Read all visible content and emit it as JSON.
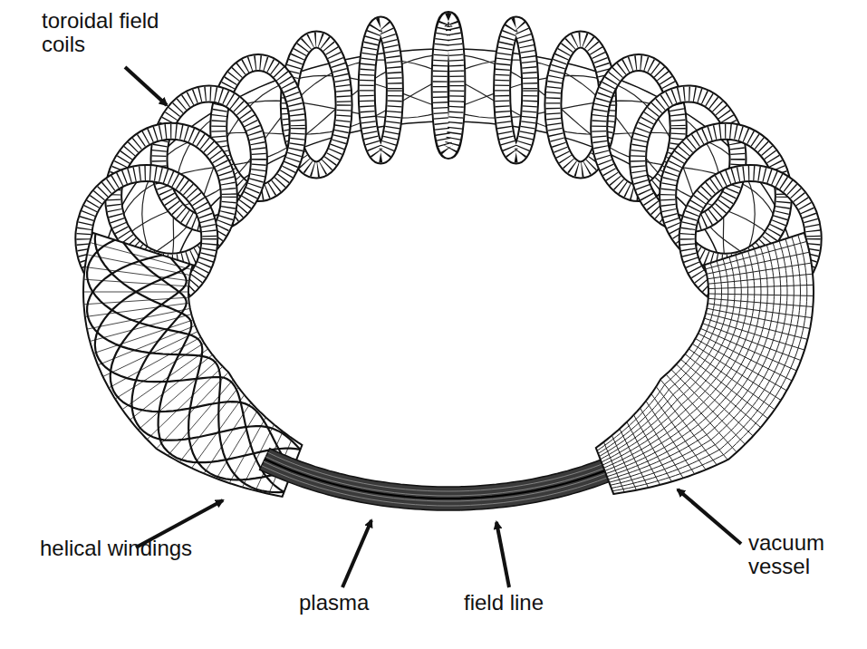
{
  "diagram": {
    "labels": [
      "toroidal field coils",
      "helical windings",
      "plasma",
      "field line",
      "vacuum vessel"
    ]
  }
}
